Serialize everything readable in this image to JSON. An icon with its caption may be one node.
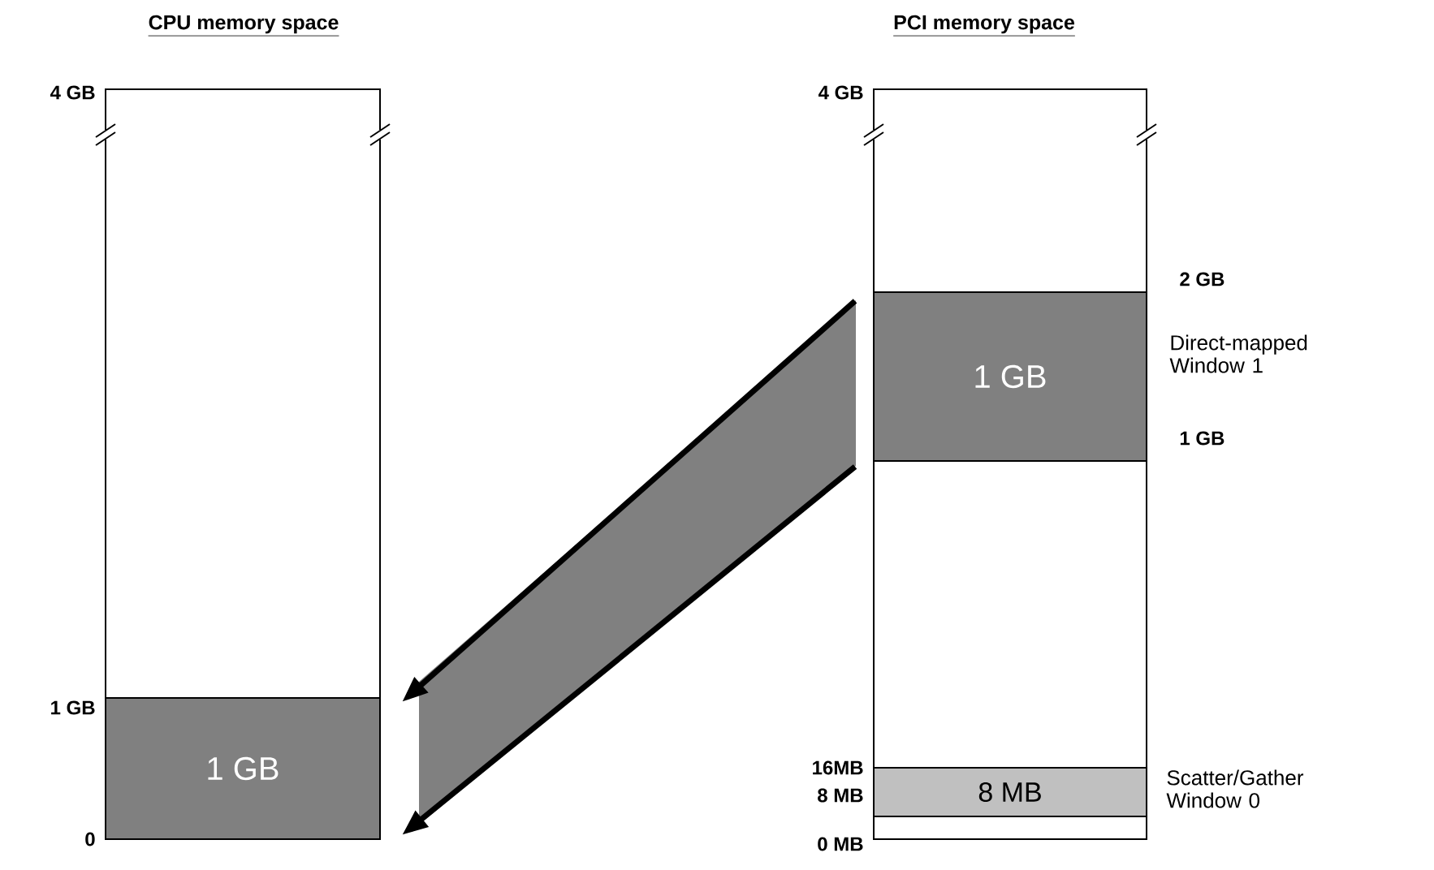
{
  "diagram": {
    "nodes": [
      {
        "text": [
          "CPU memory space"
        ]
      },
      {
        "text": [
          "1 GB"
        ],
        "in": 0
      },
      {
        "text": [
          "PCI  memory space"
        ]
      },
      {
        "text": [
          "1 GB"
        ],
        "in": 2,
        "beside": [
          "Direct-mapped Window 1"
        ]
      },
      {
        "text": [
          "8 MB"
        ],
        "in": 2,
        "beside": [
          "Scatter/Gather Window 0"
        ]
      }
    ],
    "edges": [
      {
        "from": 3,
        "to": 1,
        "arrow": "to"
      },
      {
        "from": 3,
        "to": 1,
        "arrow": "to"
      }
    ],
    "labels": [
      "4 GB",
      "1 GB",
      "0",
      "4 GB",
      "2 GB",
      "1 GB",
      "16MB",
      "8 MB",
      "0 MB"
    ]
  }
}
